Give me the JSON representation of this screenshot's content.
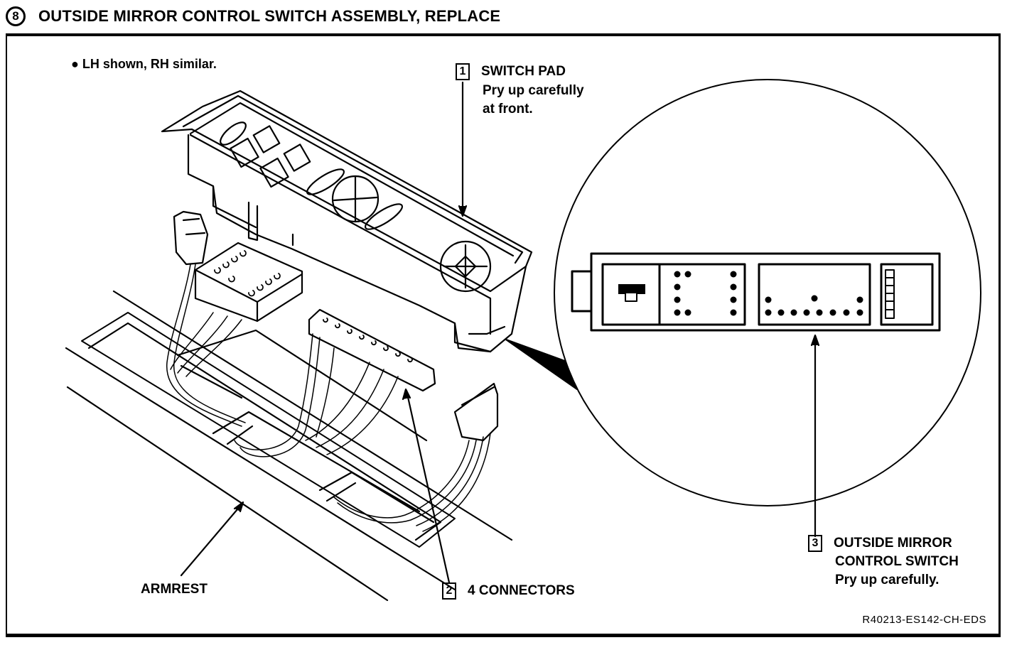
{
  "header": {
    "step_number": "8",
    "title": "OUTSIDE MIRROR CONTROL SWITCH ASSEMBLY, REPLACE"
  },
  "note": {
    "bullet": "●",
    "text": "LH shown, RH similar."
  },
  "callouts": [
    {
      "number": "1",
      "title": "SWITCH PAD",
      "lines": [
        "Pry up carefully",
        "at front."
      ]
    },
    {
      "number": "2",
      "title": "4 CONNECTORS",
      "lines": []
    },
    {
      "number": "3",
      "title_lines": [
        "OUTSIDE MIRROR",
        "CONTROL SWITCH"
      ],
      "lines": [
        "Pry up carefully."
      ]
    }
  ],
  "labels": {
    "armrest": "ARMREST"
  },
  "figure_reference": "R40213-ES142-CH-EDS"
}
